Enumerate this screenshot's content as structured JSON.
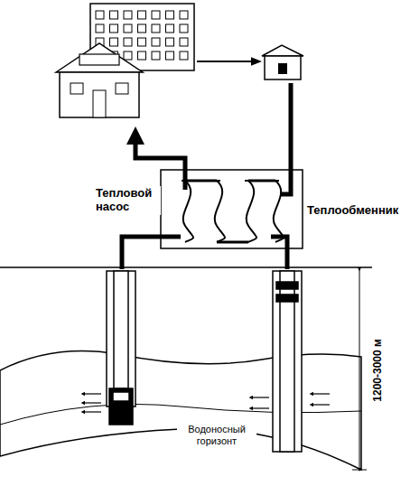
{
  "diagram": {
    "labels": [
      "Тепловой насос",
      "Теплообменник",
      "Водоносный горизонт",
      "1200-3000 м"
    ]
  }
}
